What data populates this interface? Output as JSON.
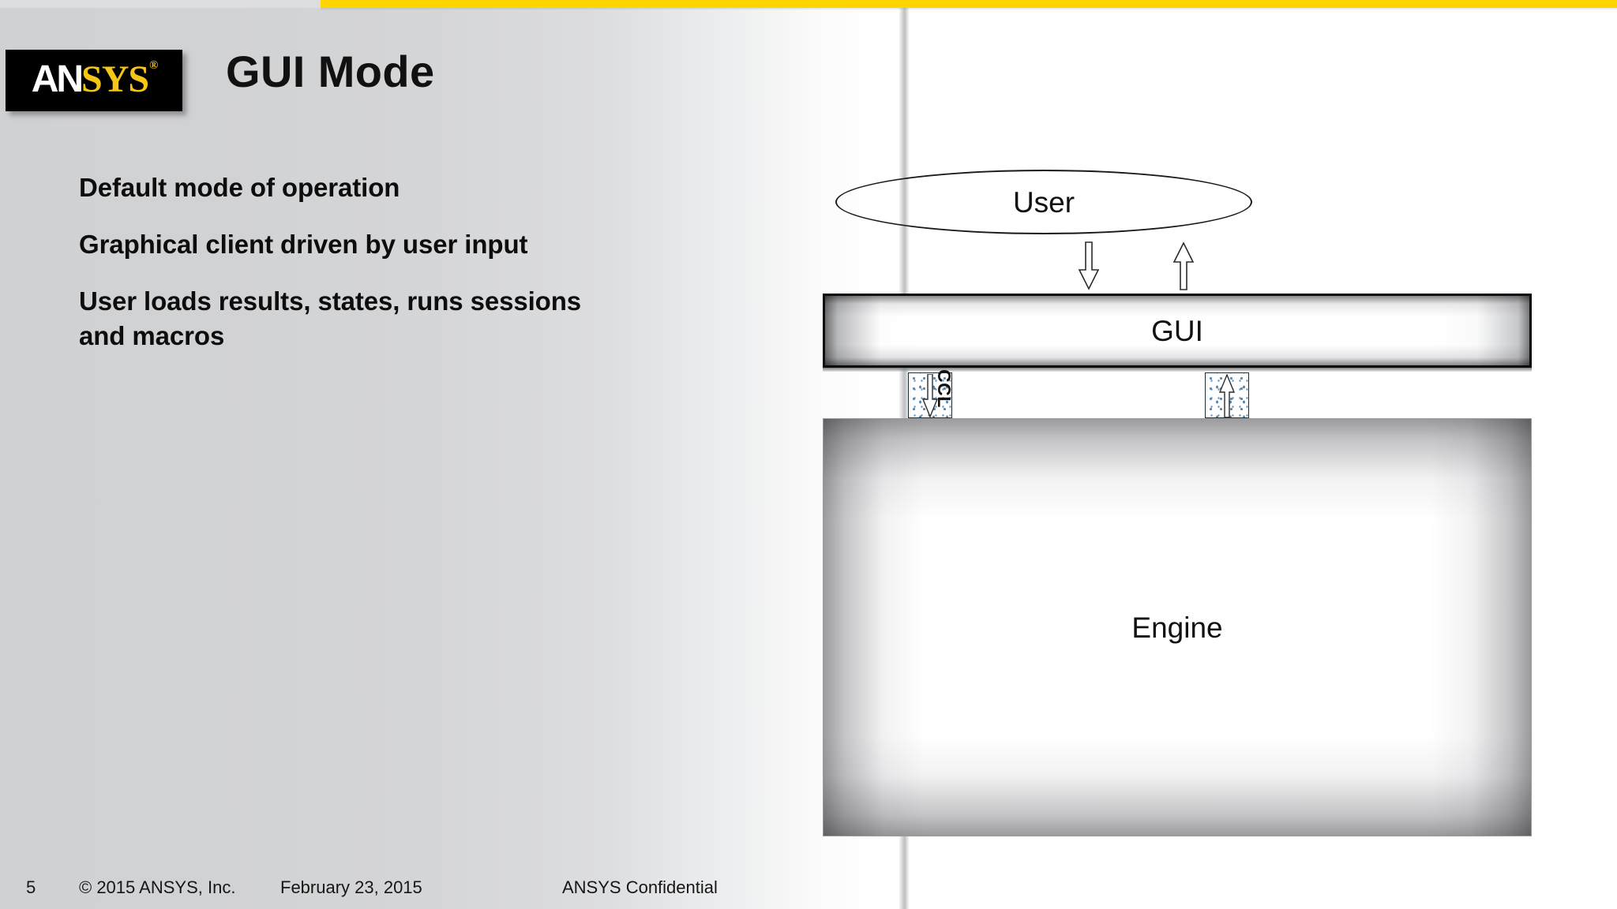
{
  "slide": {
    "title": "GUI Mode",
    "accent_color": "#ffd500",
    "background_left_color": "#d0d1d3",
    "background_right_color": "#ffffff"
  },
  "logo": {
    "part_one": "AN",
    "part_two": "SYS",
    "registered_mark": "®",
    "bg_color": "#000000",
    "part_one_color": "#ffffff",
    "part_two_color": "#f5c518"
  },
  "bullets": [
    {
      "text": "Default mode of operation"
    },
    {
      "text": "Graphical client driven by user input"
    },
    {
      "text": "User loads results, states, runs sessions and macros"
    }
  ],
  "diagram": {
    "user_node": {
      "label": "User",
      "shape": "ellipse"
    },
    "arrow_down": {
      "name": "arrow-down",
      "direction": "down"
    },
    "arrow_up": {
      "name": "arrow-up",
      "direction": "up"
    },
    "gui_node": {
      "label": "GUI",
      "shape": "beveled-rectangle"
    },
    "engine_node": {
      "label": "Engine",
      "shape": "beveled-rectangle"
    },
    "connector": {
      "label": "CCL",
      "label_orientation": "vertical",
      "pattern": "blue-dotted",
      "pattern_color": "#5b87ad",
      "left_arrow_direction": "down",
      "right_arrow_direction": "up"
    }
  },
  "footer": {
    "page_number": "5",
    "copyright": "© 2015 ANSYS, Inc.",
    "date": "February 23, 2015",
    "confidentiality": "ANSYS Confidential"
  }
}
